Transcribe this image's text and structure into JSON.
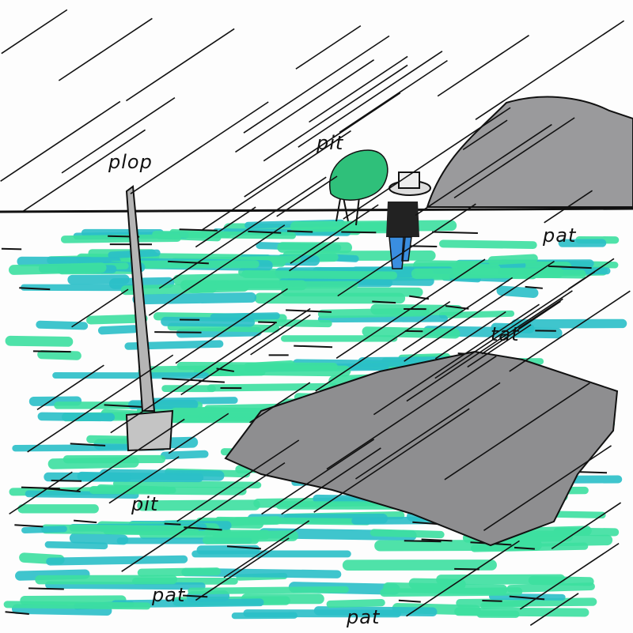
{
  "sound_effects": {
    "plop": "plop",
    "pit_tree": "pit",
    "pat_right": "pat",
    "tat": "tat",
    "pit_grass": "pit",
    "pat_bottom_left": "pat",
    "pat_bottom": "pat"
  },
  "colors": {
    "grass_green": "#3de0a0",
    "grass_teal": "#2bc0c8",
    "grey": "#9a9a9c",
    "ink": "#111111",
    "jeans": "#3a8ee0"
  }
}
